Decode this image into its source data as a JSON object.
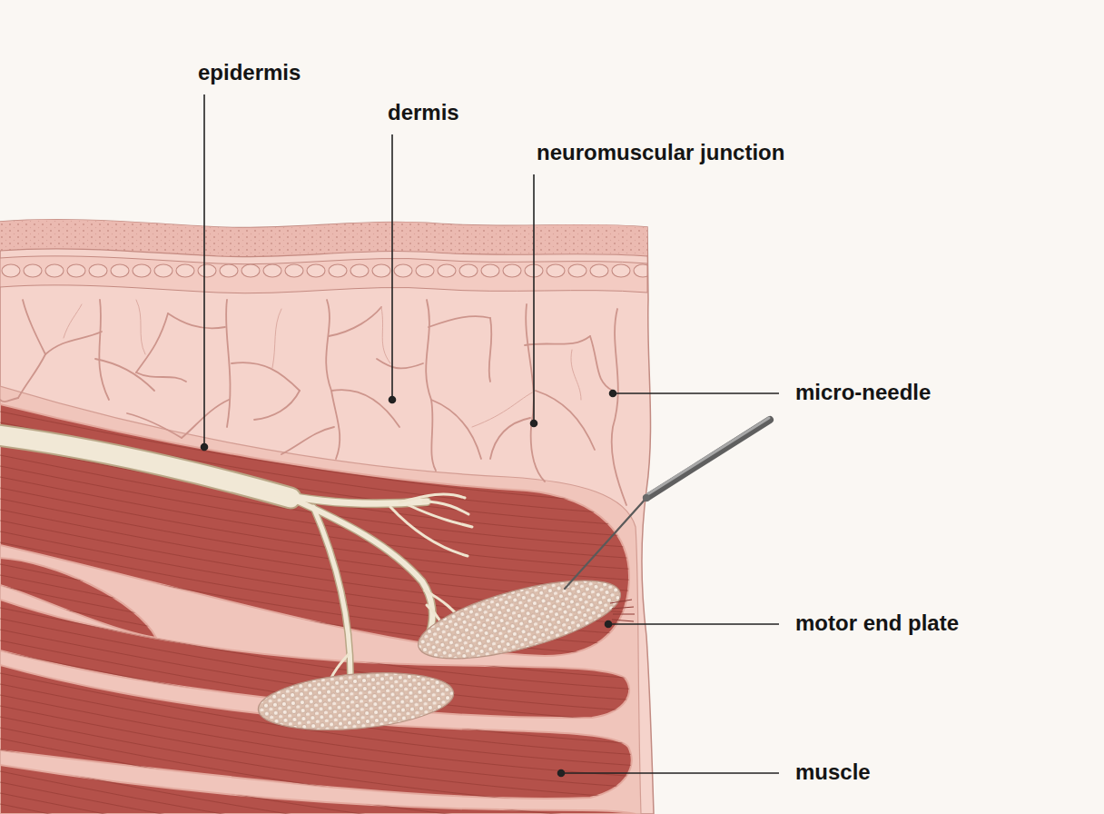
{
  "diagram": {
    "labels": [
      "epidermis",
      "dermis",
      "neuromuscular junction",
      "micro-needle",
      "motor end plate",
      "muscle"
    ]
  }
}
